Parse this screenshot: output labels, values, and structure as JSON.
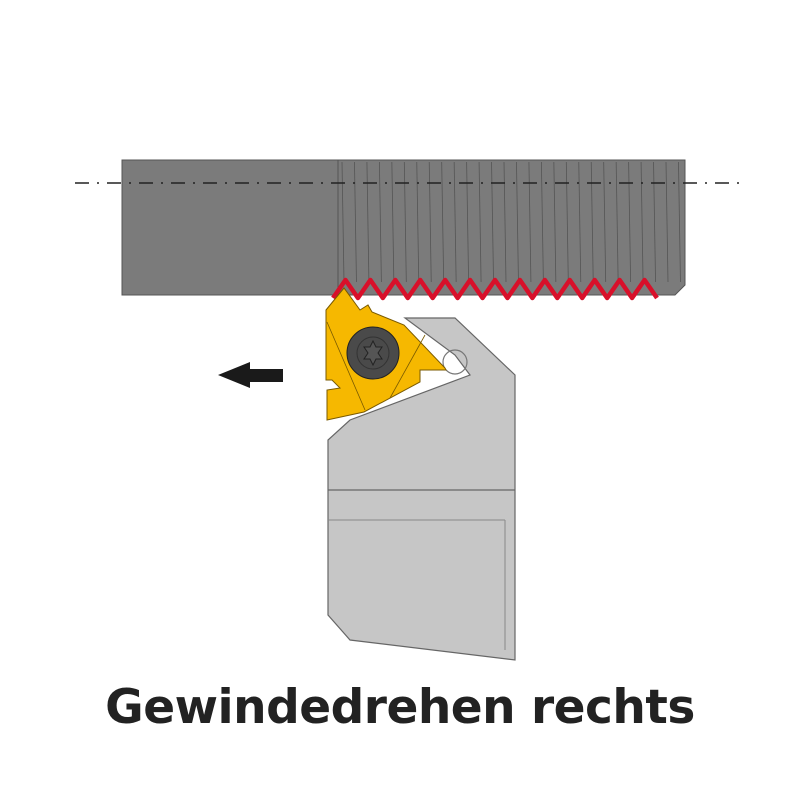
{
  "caption": "Gewindedrehen rechts",
  "colors": {
    "workpiece": "#7b7b7b",
    "holder": "#c6c6c6",
    "insert": "#f6b800",
    "thread_profile": "#d8102a",
    "screw": "#4a4a4a",
    "arrow": "#1a1a1a"
  },
  "thread": {
    "peaks": 13
  },
  "feed_direction": "left"
}
